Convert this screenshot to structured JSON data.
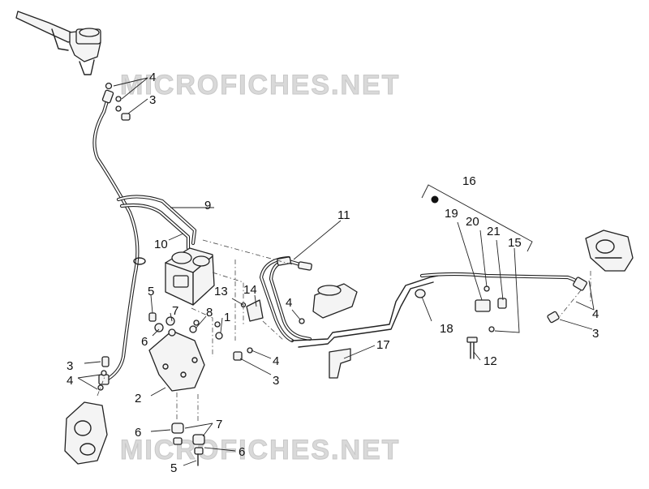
{
  "watermarks": [
    "MICROFICHES.NET",
    "MICROFICHES.NET"
  ],
  "callouts": {
    "c1": "1",
    "c2": "2",
    "c3a": "3",
    "c3b": "3",
    "c3c": "3",
    "c3d": "3",
    "c4a": "4",
    "c4b": "4",
    "c4c": "4",
    "c4d": "4",
    "c4e": "4",
    "c5a": "5",
    "c5b": "5",
    "c6a": "6",
    "c6b": "6",
    "c6c": "6",
    "c7a": "7",
    "c7b": "7",
    "c8": "8",
    "c9": "9",
    "c10": "10",
    "c11": "11",
    "c12": "12",
    "c13": "13",
    "c14": "14",
    "c15": "15",
    "c16": "16",
    "c17": "17",
    "c18": "18",
    "c19": "19",
    "c20": "20",
    "c21": "21"
  }
}
